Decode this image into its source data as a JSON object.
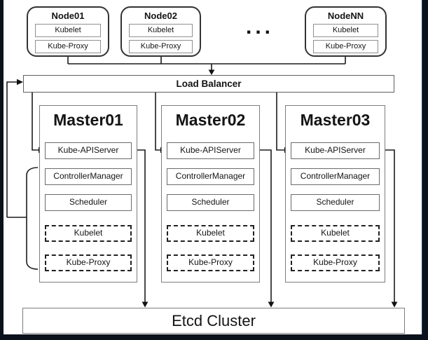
{
  "colors": {
    "frame": "#0b121b",
    "canvas": "#ffffff",
    "line": "#1b1b1b",
    "accent_edge": "#1e4554"
  },
  "nodes": [
    {
      "title": "Node01",
      "components": [
        "Kubelet",
        "Kube-Proxy"
      ]
    },
    {
      "title": "Node02",
      "components": [
        "Kubelet",
        "Kube-Proxy"
      ]
    },
    {
      "title": "NodeNN",
      "components": [
        "Kubelet",
        "Kube-Proxy"
      ]
    }
  ],
  "ellipsis": "...",
  "load_balancer": {
    "label": "Load Balancer"
  },
  "masters": [
    {
      "title": "Master01",
      "components": [
        {
          "label": "Kube-APIServer",
          "style": "solid"
        },
        {
          "label": "ControllerManager",
          "style": "solid"
        },
        {
          "label": "Scheduler",
          "style": "solid"
        },
        {
          "label": "Kubelet",
          "style": "dashed"
        },
        {
          "label": "Kube-Proxy",
          "style": "dashed"
        }
      ]
    },
    {
      "title": "Master02",
      "components": [
        {
          "label": "Kube-APIServer",
          "style": "solid"
        },
        {
          "label": "ControllerManager",
          "style": "solid"
        },
        {
          "label": "Scheduler",
          "style": "solid"
        },
        {
          "label": "Kubelet",
          "style": "dashed"
        },
        {
          "label": "Kube-Proxy",
          "style": "dashed"
        }
      ]
    },
    {
      "title": "Master03",
      "components": [
        {
          "label": "Kube-APIServer",
          "style": "solid"
        },
        {
          "label": "ControllerManager",
          "style": "solid"
        },
        {
          "label": "Scheduler",
          "style": "solid"
        },
        {
          "label": "Kubelet",
          "style": "dashed"
        },
        {
          "label": "Kube-Proxy",
          "style": "dashed"
        }
      ]
    }
  ],
  "etcd": {
    "label": "Etcd Cluster"
  }
}
